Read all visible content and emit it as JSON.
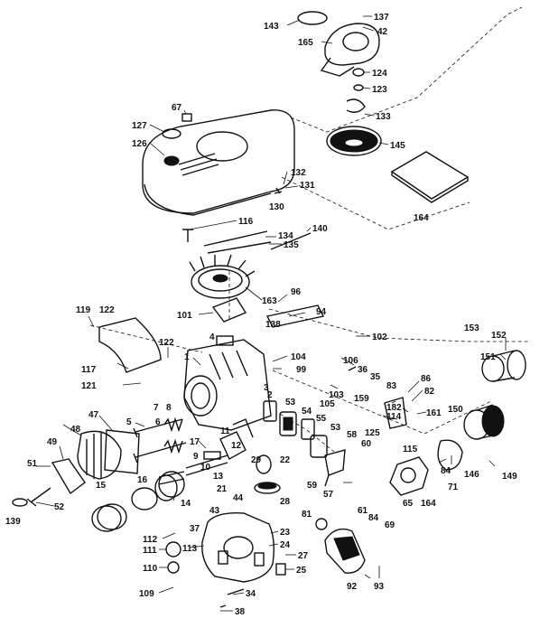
{
  "diagram": {
    "part_labels": {
      "p143": "143",
      "p137": "137",
      "p42": "42",
      "p165": "165",
      "p124": "124",
      "p123": "123",
      "p133": "133",
      "p145": "145",
      "p67": "67",
      "p127": "127",
      "p126": "126",
      "p132": "132",
      "p131": "131",
      "p130": "130",
      "p164": "164",
      "p116": "116",
      "p140": "140",
      "p134": "134",
      "p135": "135",
      "p96": "96",
      "p163": "163",
      "p101": "101",
      "p94": "94",
      "p138": "138",
      "p119": "119",
      "p122a": "122",
      "p102": "102",
      "p153": "153",
      "p152": "152",
      "p4": "4",
      "p122b": "122",
      "p117": "117",
      "p1": "1",
      "p104": "104",
      "p99": "99",
      "p106": "106",
      "p36": "36",
      "p35": "35",
      "p151": "151",
      "p121": "121",
      "p103": "103",
      "p86": "86",
      "p83": "83",
      "p82": "82",
      "p105": "105",
      "p159": "159",
      "p53a": "53",
      "p54": "54",
      "p55": "55",
      "p53b": "53",
      "p2": "2",
      "p48": "48",
      "p47": "47",
      "p7": "7",
      "p8": "8",
      "p5": "5",
      "p6": "6",
      "p182": "182",
      "p114": "114",
      "p161": "161",
      "p150": "150",
      "p125": "125",
      "p11": "11",
      "p12": "12",
      "p17": "17",
      "p58": "58",
      "p60": "60",
      "p115": "115",
      "p49": "49",
      "p51": "51",
      "p14": "14",
      "p13": "13",
      "p29": "29",
      "p22": "22",
      "p59": "59",
      "p57": "57",
      "p84a": "84",
      "p146": "146",
      "p149": "149",
      "p15": "15",
      "p16": "16",
      "p44": "44",
      "p21": "21",
      "p28": "28",
      "p71": "71",
      "p164b": "164",
      "p65": "65",
      "p69": "69",
      "p61": "61",
      "p84b": "84",
      "p52": "52",
      "p139": "139",
      "p112": "112",
      "p37": "37",
      "p23": "23",
      "p81": "81",
      "p113": "113",
      "p111": "111",
      "p24": "24",
      "p27": "27",
      "p110": "110",
      "p25": "25",
      "p92": "92",
      "p93": "93",
      "p109": "109",
      "p34": "34",
      "p38": "38",
      "p3": "3",
      "p9": "9",
      "p10": "10",
      "p43": "43"
    }
  }
}
